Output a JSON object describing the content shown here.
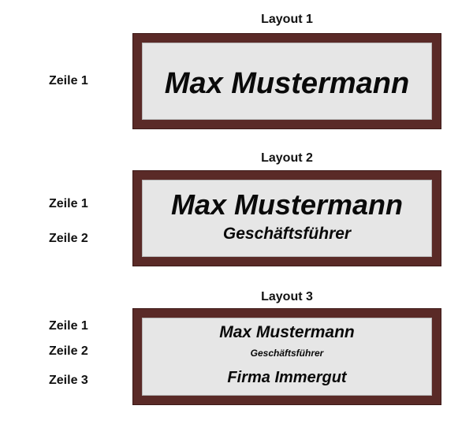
{
  "layouts": [
    {
      "title": "Layout 1",
      "row_labels": [
        "Zeile 1"
      ],
      "lines": [
        "Max Mustermann"
      ]
    },
    {
      "title": "Layout 2",
      "row_labels": [
        "Zeile 1",
        "Zeile 2"
      ],
      "lines": [
        "Max Mustermann",
        "Geschäftsführer"
      ]
    },
    {
      "title": "Layout 3",
      "row_labels": [
        "Zeile 1",
        "Zeile 2",
        "Zeile 3"
      ],
      "lines": [
        "Max Mustermann",
        "Geschäftsführer",
        "Firma Immergut"
      ]
    }
  ],
  "colors": {
    "frame": "#5a2a27",
    "plate": "#e6e6e6",
    "text": "#0a0a0a"
  }
}
